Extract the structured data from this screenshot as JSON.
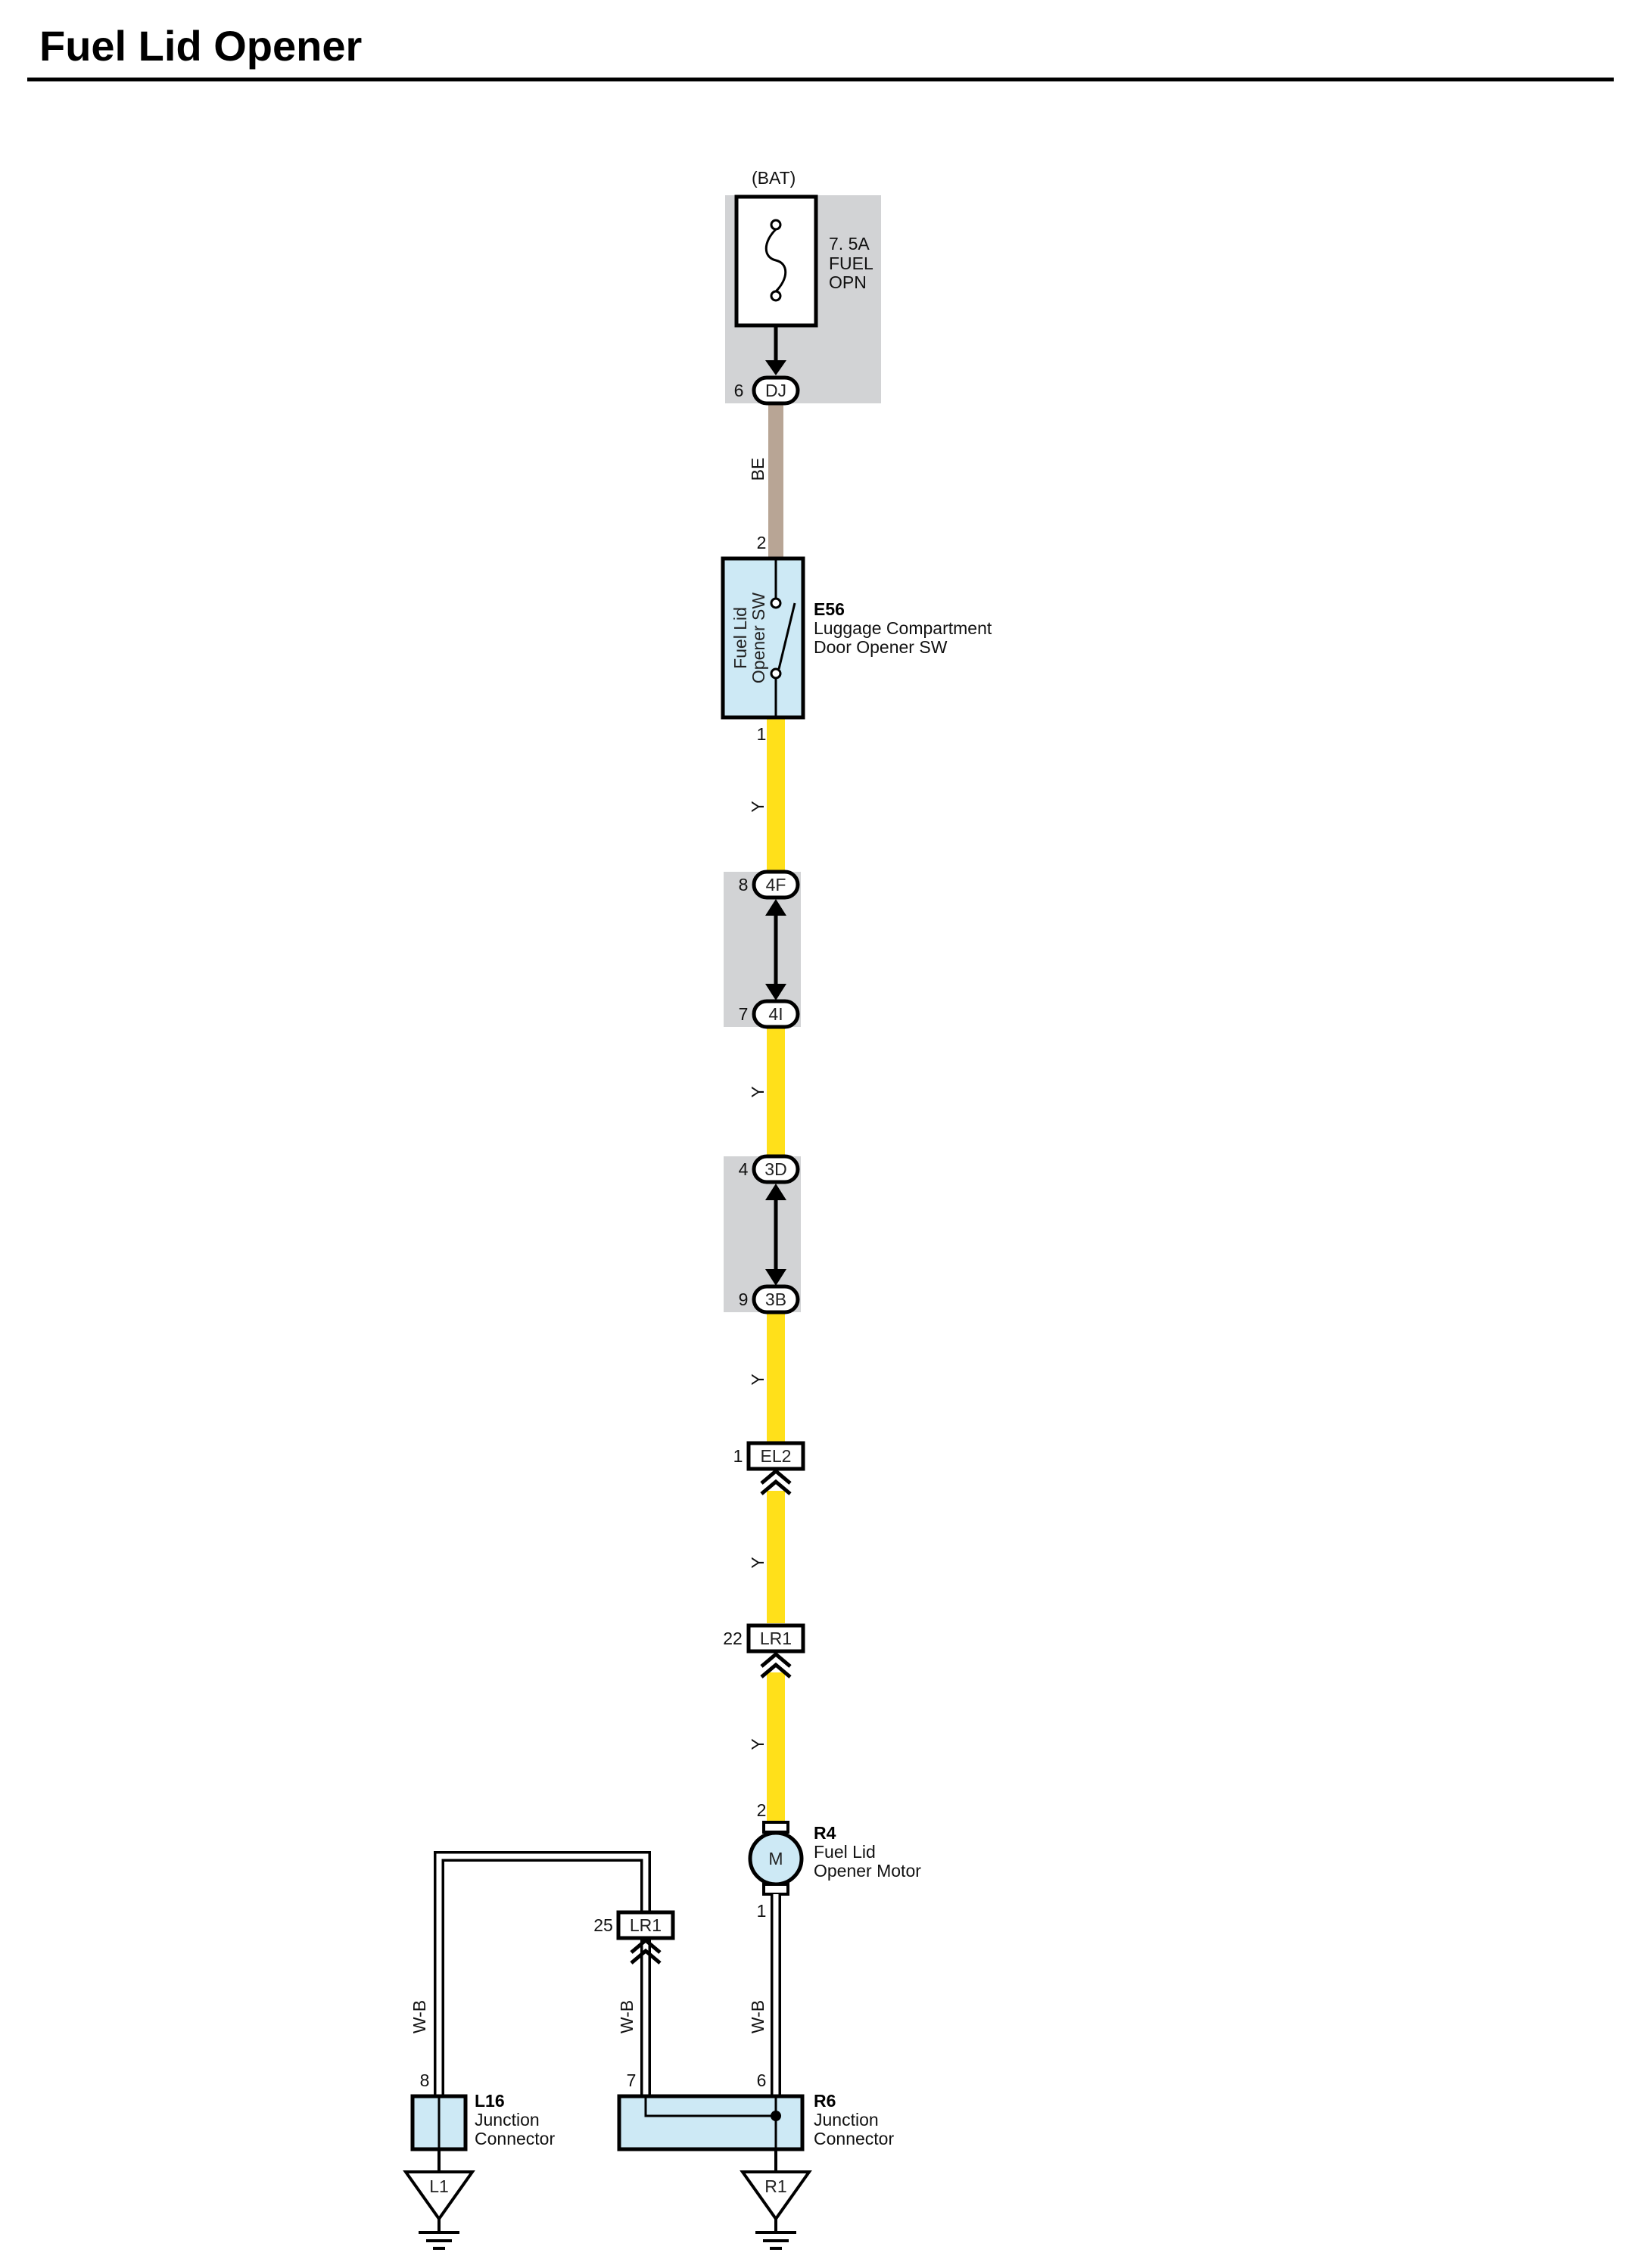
{
  "title": "Fuel Lid Opener",
  "colors": {
    "wire_yellow": "#FFE01A",
    "wire_beige": "#B8A595",
    "component_fill": "#CDE9F5",
    "junction_box_fill": "#D2D3D5"
  },
  "power": {
    "source": "(BAT)",
    "fuse_amperage": "7. 5A",
    "fuse_line1": "FUEL",
    "fuse_line2": "OPN"
  },
  "connectors": {
    "dj": {
      "pin": "6",
      "label": "DJ"
    },
    "c4f": {
      "pin": "8",
      "label": "4F"
    },
    "c4i": {
      "pin": "7",
      "label": "4I"
    },
    "c3d": {
      "pin": "4",
      "label": "3D"
    },
    "c3b": {
      "pin": "9",
      "label": "3B"
    },
    "el2": {
      "pin": "1",
      "label": "EL2"
    },
    "lr1_upper": {
      "pin": "22",
      "label": "LR1"
    },
    "lr1_lower": {
      "pin": "25",
      "label": "LR1"
    }
  },
  "components": {
    "e56": {
      "code": "E56",
      "name_line1": "Luggage Compartment",
      "name_line2": "Door Opener SW",
      "inner_line1": "Fuel Lid",
      "inner_line2": "Opener SW",
      "pin_top": "2",
      "pin_bottom": "1"
    },
    "r4": {
      "code": "R4",
      "name_line1": "Fuel Lid",
      "name_line2": "Opener Motor",
      "symbol": "M",
      "pin_top": "2",
      "pin_bottom": "1"
    },
    "l16": {
      "code": "L16",
      "name_line1": "Junction",
      "name_line2": "Connector",
      "pin": "8"
    },
    "r6": {
      "code": "R6",
      "name_line1": "Junction",
      "name_line2": "Connector",
      "pin_left": "7",
      "pin_right": "6"
    }
  },
  "wires": {
    "be": "BE",
    "y1": "Y",
    "y2": "Y",
    "y3": "Y",
    "y4": "Y",
    "y5": "Y",
    "wb_left": "W-B",
    "wb_middle": "W-B",
    "wb_right": "W-B"
  },
  "grounds": {
    "l1": "L1",
    "r1": "R1"
  }
}
